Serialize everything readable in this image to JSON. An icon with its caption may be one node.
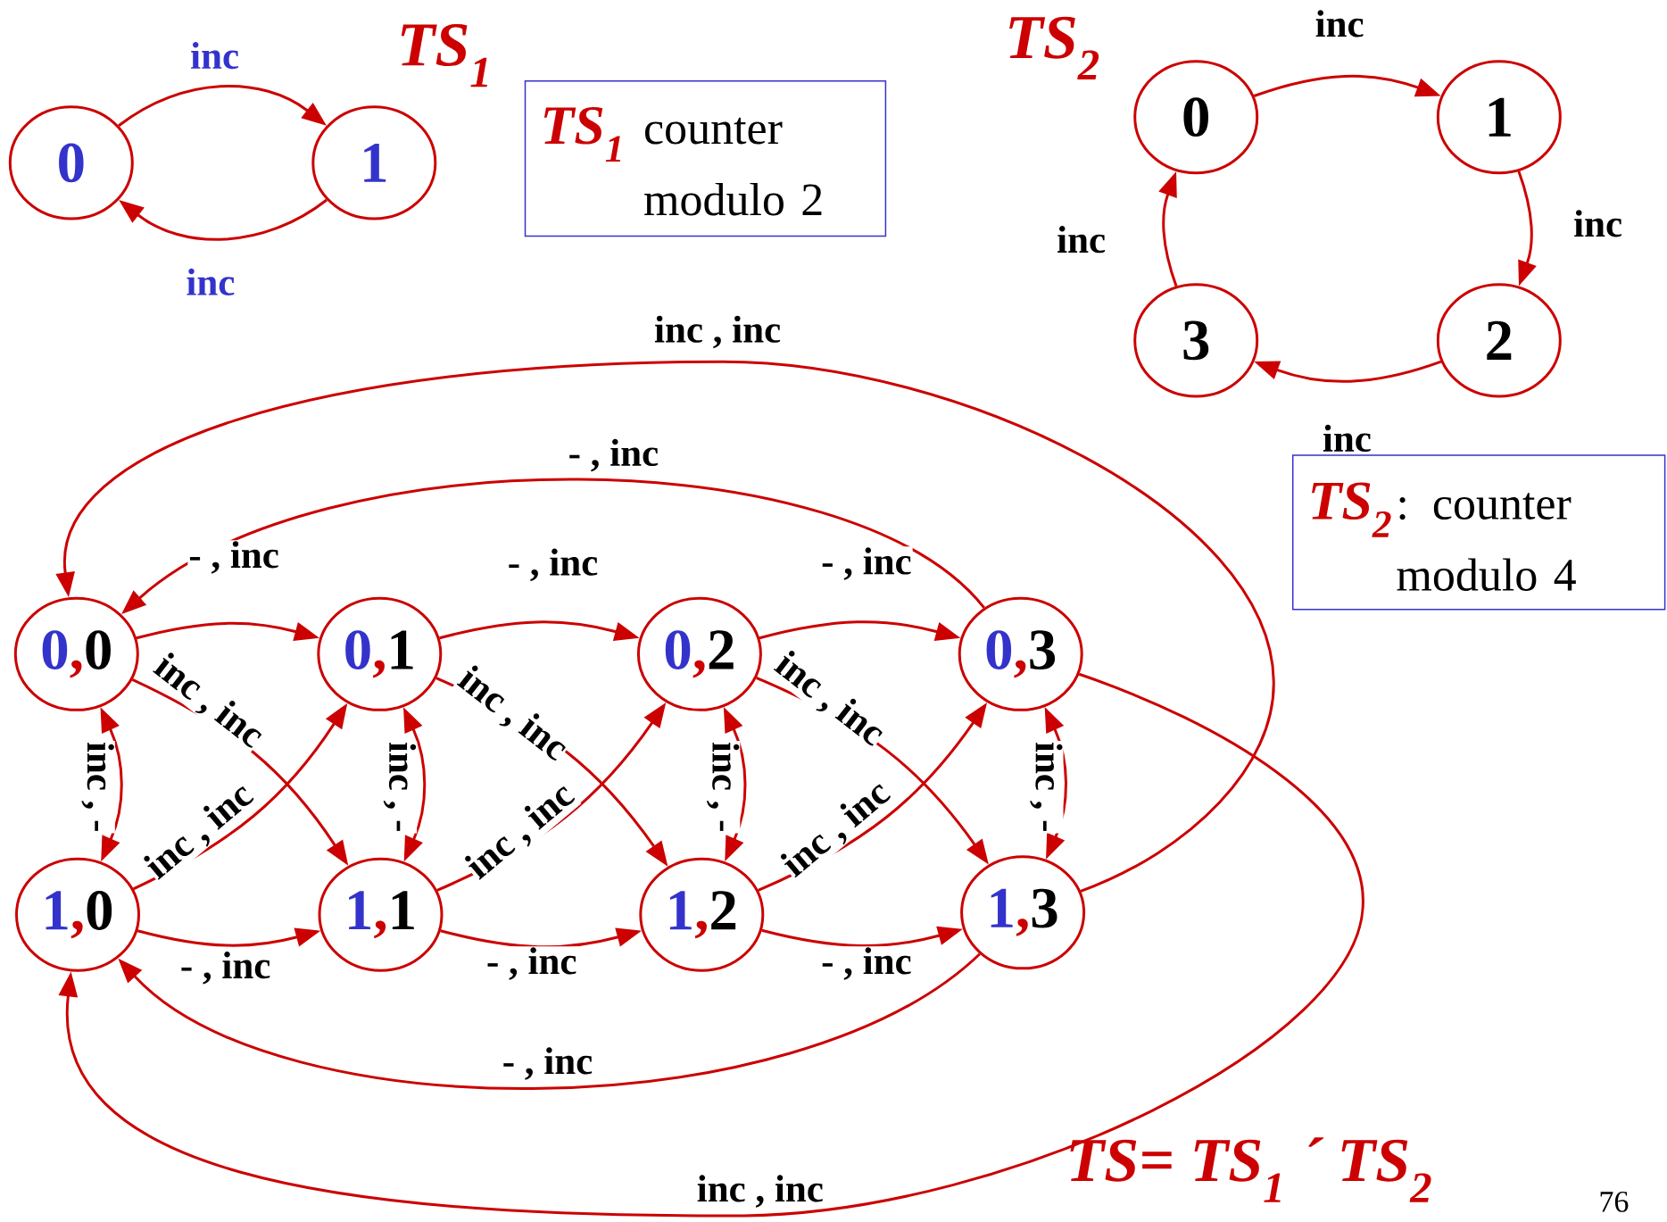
{
  "diagram": {
    "nodes": [
      {
        "text": [
          "0"
        ]
      },
      {
        "text": [
          "1"
        ]
      },
      {
        "text": [
          "TS$_{1}$",
          "counter modulo 2"
        ]
      },
      {
        "text": [
          "0"
        ]
      },
      {
        "text": [
          "1"
        ]
      },
      {
        "text": [
          "3"
        ]
      },
      {
        "text": [
          "2"
        ]
      },
      {
        "text": [
          "TS$_{2}$",
          ": counter modulo 4"
        ]
      },
      {
        "text": [
          "0",
          ",",
          "0"
        ]
      },
      {
        "text": [
          "0",
          ",",
          "1"
        ]
      },
      {
        "text": [
          "0",
          ",",
          "2"
        ]
      },
      {
        "text": [
          "0",
          ",",
          "3"
        ]
      },
      {
        "text": [
          "1",
          ",",
          "0"
        ]
      },
      {
        "text": [
          "1",
          ",",
          "1"
        ]
      },
      {
        "text": [
          "1",
          ",",
          "2"
        ]
      },
      {
        "text": [
          "1",
          ",",
          "3"
        ]
      }
    ],
    "edges": [
      {
        "from": 0,
        "to": 1,
        "arrow": "to",
        "label": "inc"
      },
      {
        "from": 1,
        "to": 0,
        "arrow": "to",
        "label": "inc"
      },
      {
        "from": 3,
        "to": 4,
        "arrow": "to",
        "label": "inc"
      },
      {
        "from": 4,
        "to": 6,
        "arrow": "to",
        "label": "inc"
      },
      {
        "from": 6,
        "to": 5,
        "arrow": "to",
        "label": "inc"
      },
      {
        "from": 5,
        "to": 3,
        "arrow": "to",
        "label": "inc"
      },
      {
        "from": 8,
        "to": 9,
        "arrow": "to",
        "label": "- , inc"
      },
      {
        "from": 9,
        "to": 10,
        "arrow": "to",
        "label": "- , inc"
      },
      {
        "from": 10,
        "to": 11,
        "arrow": "to",
        "label": "- , inc"
      },
      {
        "from": 11,
        "to": 8,
        "arrow": "to",
        "label": "- , inc"
      },
      {
        "from": 12,
        "to": 13,
        "arrow": "to",
        "label": "- , inc"
      },
      {
        "from": 13,
        "to": 14,
        "arrow": "to",
        "label": "- , inc"
      },
      {
        "from": 14,
        "to": 15,
        "arrow": "to",
        "label": "- , inc"
      },
      {
        "from": 15,
        "to": 12,
        "arrow": "to",
        "label": "- , inc"
      },
      {
        "from": 8,
        "to": 12,
        "arrow": "both",
        "label": "inc , -"
      },
      {
        "from": 9,
        "to": 13,
        "arrow": "both",
        "label": "inc , -"
      },
      {
        "from": 10,
        "to": 14,
        "arrow": "both",
        "label": "inc , -"
      },
      {
        "from": 11,
        "to": 15,
        "arrow": "both",
        "label": "inc , -"
      },
      {
        "from": 8,
        "to": 13,
        "arrow": "to",
        "label": "inc , inc"
      },
      {
        "from": 9,
        "to": 14,
        "arrow": "to",
        "label": "inc , inc"
      },
      {
        "from": 10,
        "to": 15,
        "arrow": "to",
        "label": "inc , inc"
      },
      {
        "from": 11,
        "to": 12,
        "arrow": "to",
        "label": "inc , inc"
      },
      {
        "from": 12,
        "to": 9,
        "arrow": "to",
        "label": "inc , inc"
      },
      {
        "from": 13,
        "to": 10,
        "arrow": "to",
        "label": "inc , inc"
      },
      {
        "from": 14,
        "to": 11,
        "arrow": "to",
        "label": "inc , inc"
      },
      {
        "from": 15,
        "to": 8,
        "arrow": "to",
        "label": "inc , inc"
      }
    ],
    "labels": [
      "TS$_{1}$",
      "TS$_{2}$",
      "TS= TS$_{1}$ ´ TS$_{2}$",
      "76"
    ]
  }
}
